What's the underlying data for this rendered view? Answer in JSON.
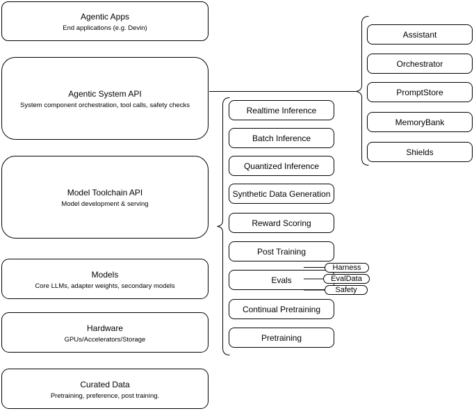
{
  "colors": {
    "background": "#ffffff",
    "node_fill": "#ffffff",
    "stroke": "#000000",
    "text": "#000000"
  },
  "stack": [
    {
      "title": "Agentic Apps",
      "subtitle": "End applications (e.g. Devin)"
    },
    {
      "title": "Agentic System API",
      "subtitle": "System component orchestration, tool calls, safety checks"
    },
    {
      "title": "Model Toolchain API",
      "subtitle": "Model development & serving"
    },
    {
      "title": "Models",
      "subtitle": "Core LLMs, adapter weights, secondary models"
    },
    {
      "title": "Hardware",
      "subtitle": "GPUs/Accelerators/Storage"
    },
    {
      "title": "Curated Data",
      "subtitle": "Pretraining, preference, post training."
    }
  ],
  "toolchain_services": [
    {
      "label": "Realtime Inference"
    },
    {
      "label": "Batch Inference"
    },
    {
      "label": "Quantized Inference"
    },
    {
      "label": "Synthetic Data Generation"
    },
    {
      "label": "Reward Scoring"
    },
    {
      "label": "Post Training"
    },
    {
      "label": "Evals"
    },
    {
      "label": "Continual Pretraining"
    },
    {
      "label": "Pretraining"
    }
  ],
  "eval_tags": [
    {
      "label": "Harness"
    },
    {
      "label": "EvalData"
    },
    {
      "label": "Safety"
    }
  ],
  "system_components": [
    {
      "label": "Assistant"
    },
    {
      "label": "Orchestrator"
    },
    {
      "label": "PromptStore"
    },
    {
      "label": "MemoryBank"
    },
    {
      "label": "Shields"
    }
  ]
}
